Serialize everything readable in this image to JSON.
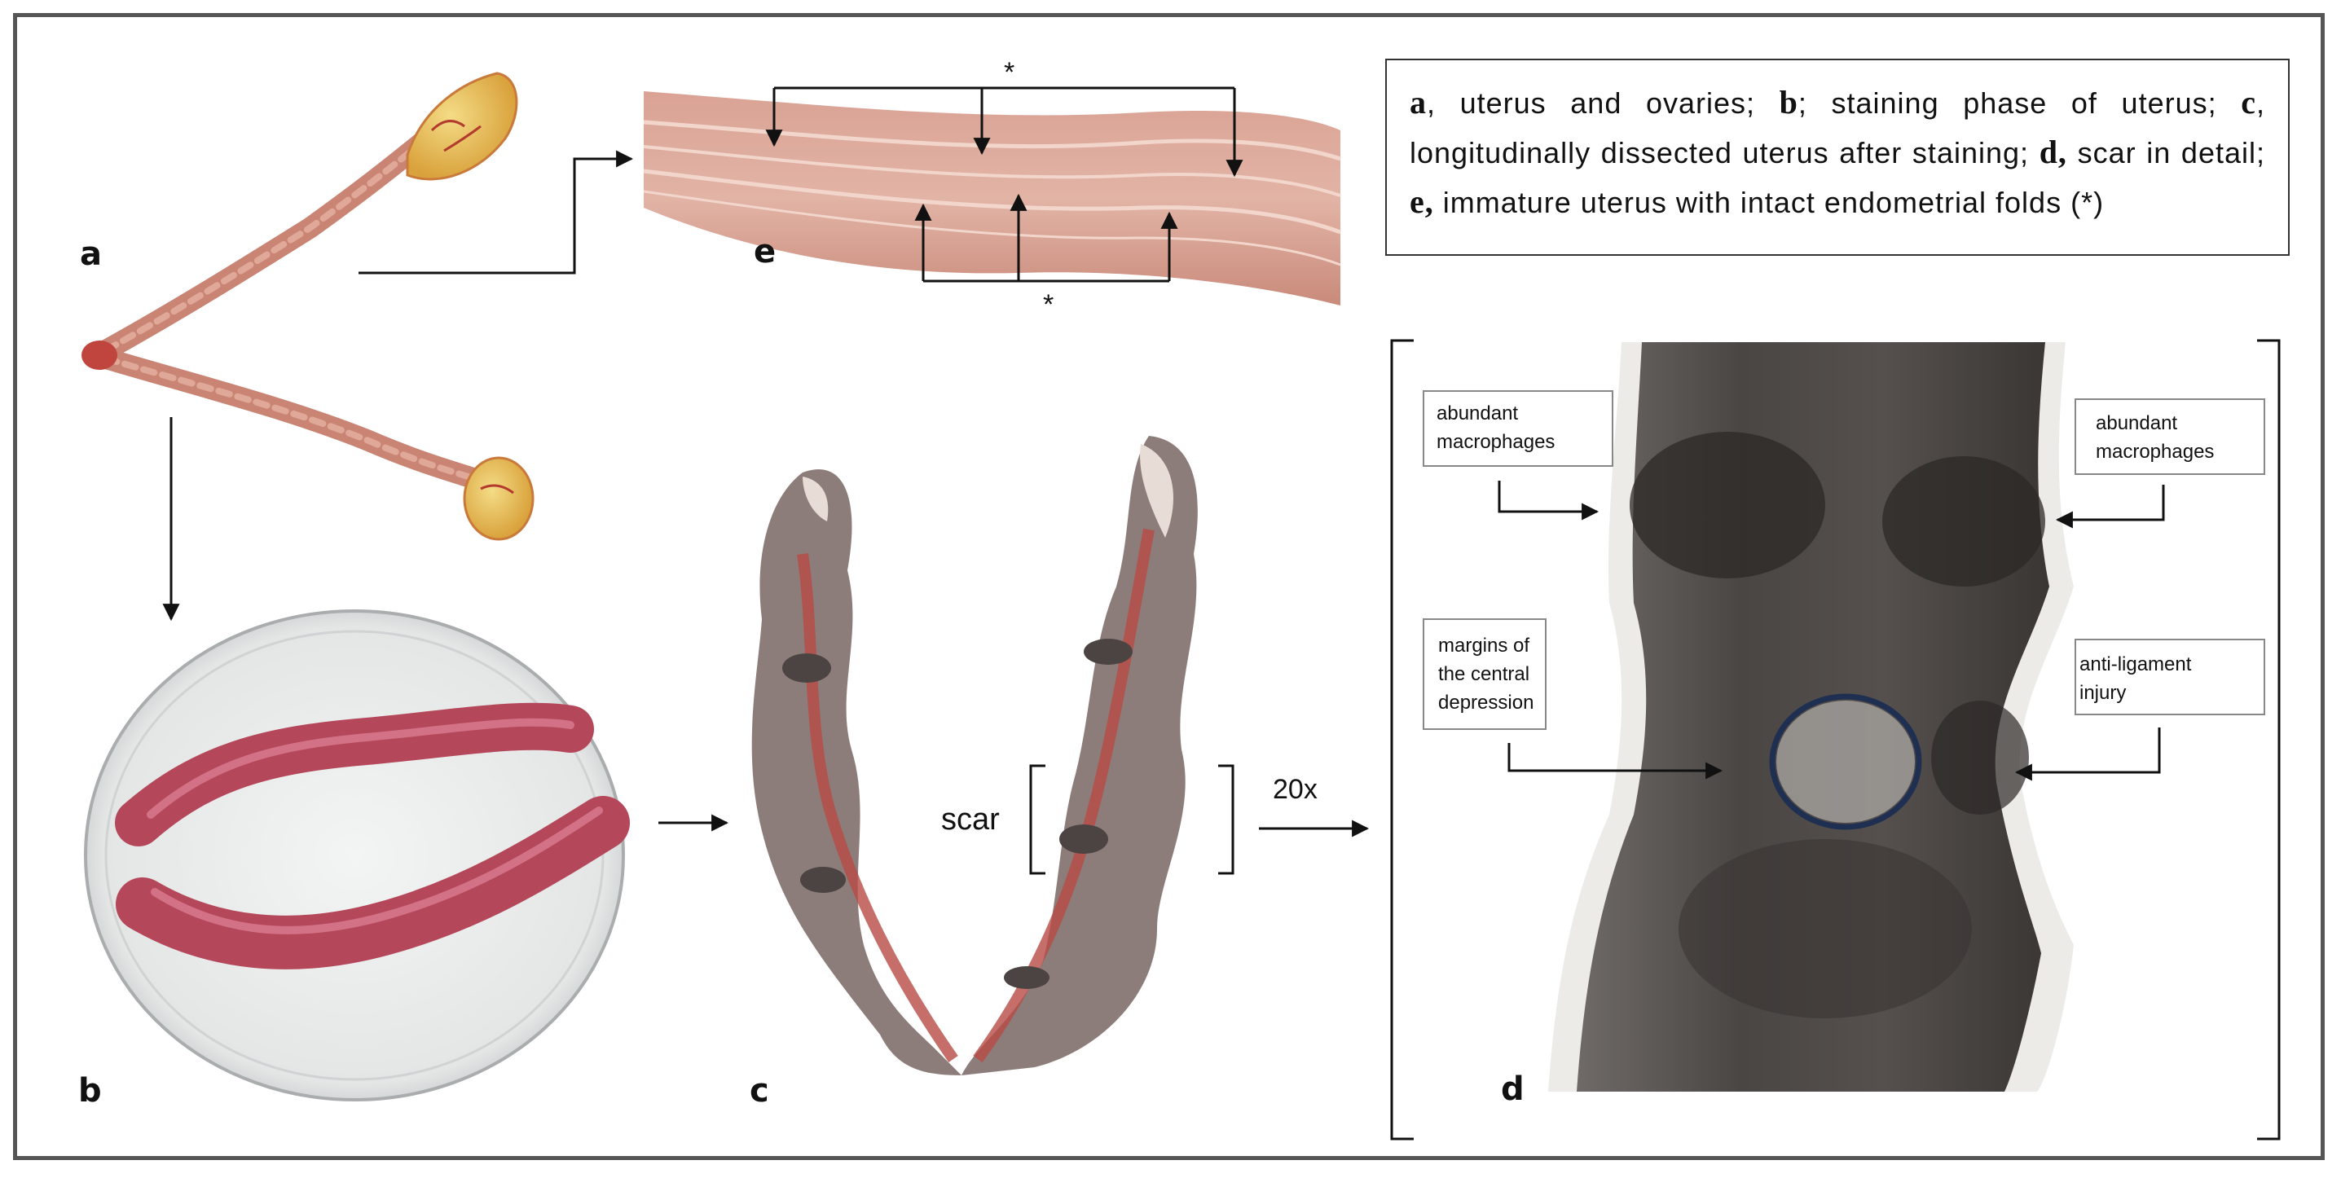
{
  "panels": {
    "a": "a",
    "b": "b",
    "c": "c",
    "d": "d",
    "e": "e"
  },
  "caption": [
    {
      "key": "a",
      "text": ", uterus and ovaries; "
    },
    {
      "key": "b",
      "text": "; staining phase of uterus; "
    },
    {
      "key": "c",
      "text": ", longitudinally dissected uterus after staining; "
    },
    {
      "key": "d,",
      "text": " scar in detail; "
    },
    {
      "key": "e,",
      "text": " immature uterus with intact endometrial folds (*)"
    }
  ],
  "annotations": {
    "asterisk_top": "*",
    "asterisk_bottom": "*",
    "scar": "scar",
    "zoom": "20x"
  },
  "callouts": {
    "abundant_left": [
      "abundant",
      "macrophages"
    ],
    "abundant_right": [
      "abundant",
      "macrophages"
    ],
    "margins": [
      "margins of",
      "the central",
      "depression"
    ],
    "anti_ligament": [
      "anti-ligament",
      "injury"
    ]
  },
  "colors": {
    "frame": "#555555",
    "uterus_fresh": "#cf8f7c",
    "ovary": "#e8c35a",
    "stained_pink": "#b4475a",
    "dissected": "#8c7d7a",
    "detail_dark": "#3e3a38",
    "circle": "#1f2f52"
  }
}
